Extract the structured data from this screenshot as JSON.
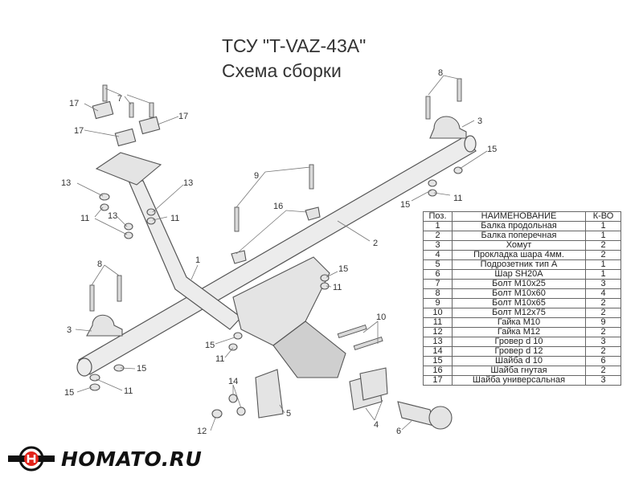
{
  "title": "ТСУ \"T-VAZ-43A\"",
  "subtitle": "Схема сборки",
  "callouts": [
    {
      "id": "c17a",
      "text": "17"
    },
    {
      "id": "c7",
      "text": "7"
    },
    {
      "id": "c17b",
      "text": "17"
    },
    {
      "id": "c17c",
      "text": "17"
    },
    {
      "id": "c8a",
      "text": "8"
    },
    {
      "id": "c3a",
      "text": "3"
    },
    {
      "id": "c15a",
      "text": "15"
    },
    {
      "id": "c13a",
      "text": "13"
    },
    {
      "id": "c13b",
      "text": "13"
    },
    {
      "id": "c11a",
      "text": "11"
    },
    {
      "id": "c13c",
      "text": "13"
    },
    {
      "id": "c11b",
      "text": "11"
    },
    {
      "id": "c9",
      "text": "9"
    },
    {
      "id": "c16",
      "text": "16"
    },
    {
      "id": "c15b",
      "text": "15"
    },
    {
      "id": "c11c",
      "text": "11"
    },
    {
      "id": "c2",
      "text": "2"
    },
    {
      "id": "c1",
      "text": "1"
    },
    {
      "id": "c8b",
      "text": "8"
    },
    {
      "id": "c15c",
      "text": "15"
    },
    {
      "id": "c11d",
      "text": "11"
    },
    {
      "id": "c3b",
      "text": "3"
    },
    {
      "id": "c15d",
      "text": "15"
    },
    {
      "id": "c11e",
      "text": "11"
    },
    {
      "id": "c10",
      "text": "10"
    },
    {
      "id": "c15e",
      "text": "15"
    },
    {
      "id": "c15f",
      "text": "15"
    },
    {
      "id": "c11f",
      "text": "11"
    },
    {
      "id": "c14",
      "text": "14"
    },
    {
      "id": "c5",
      "text": "5"
    },
    {
      "id": "c12",
      "text": "12"
    },
    {
      "id": "c4",
      "text": "4"
    },
    {
      "id": "c6",
      "text": "6"
    }
  ],
  "bom": {
    "headers": [
      "Поз.",
      "НАИМЕНОВАНИЕ",
      "К-ВО"
    ],
    "rows": [
      [
        "1",
        "Балка продольная",
        "1"
      ],
      [
        "2",
        "Балка поперечная",
        "1"
      ],
      [
        "3",
        "Хомут",
        "2"
      ],
      [
        "4",
        "Прокладка шара 4мм.",
        "2"
      ],
      [
        "5",
        "Подрозетник тип А",
        "1"
      ],
      [
        "6",
        "Шар SH20A",
        "1"
      ],
      [
        "7",
        "Болт М10х25",
        "3"
      ],
      [
        "8",
        "Болт М10х60",
        "4"
      ],
      [
        "9",
        "Болт М10х65",
        "2"
      ],
      [
        "10",
        "Болт М12х75",
        "2"
      ],
      [
        "11",
        "Гайка М10",
        "9"
      ],
      [
        "12",
        "Гайка М12",
        "2"
      ],
      [
        "13",
        "Гровер d 10",
        "3"
      ],
      [
        "14",
        "Гровер d 12",
        "2"
      ],
      [
        "15",
        "Шайба d 10",
        "6"
      ],
      [
        "16",
        "Шайба гнутая",
        "2"
      ],
      [
        "17",
        "Шайба универсальная",
        "3"
      ]
    ]
  },
  "logo": {
    "text": "HOMATO.RU",
    "accent": "#e2231a"
  }
}
